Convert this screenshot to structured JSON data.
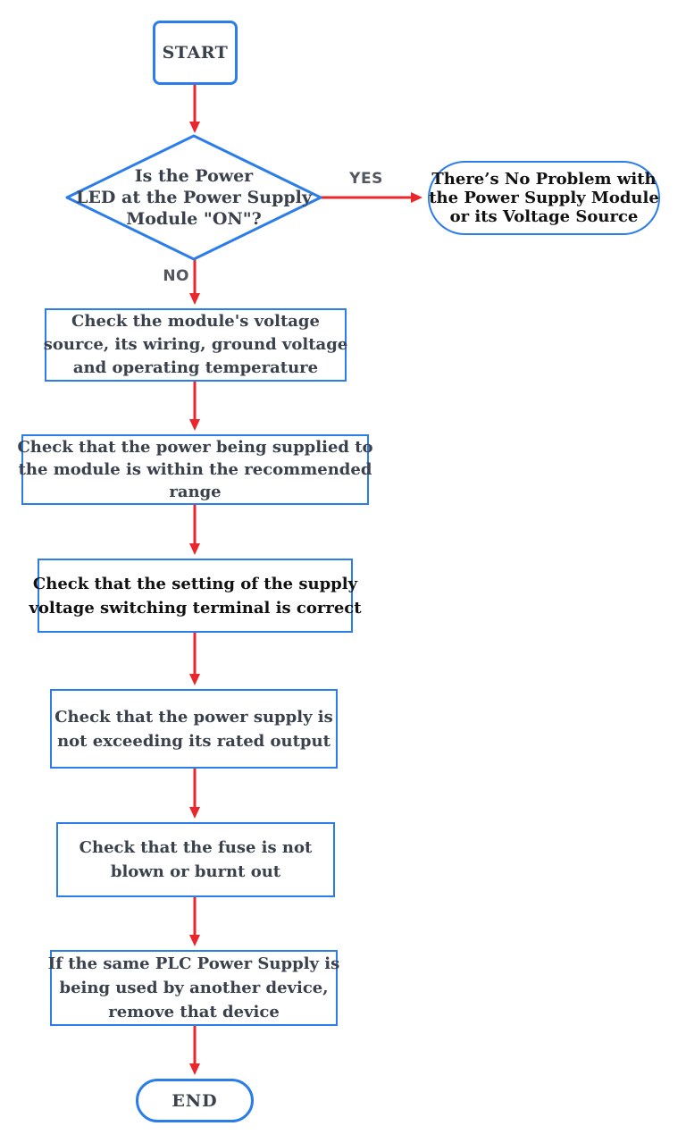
{
  "palette": {
    "node_border_blue": "#2b7de9",
    "arrow_red": "#e8262b",
    "text_dark_gray": "#3a414c",
    "text_black": "#111111",
    "edge_label_gray": "#54585e",
    "background": "#ffffff"
  },
  "flowchart": {
    "start": {
      "label": "START"
    },
    "decision": {
      "lines": [
        "Is the Power",
        "LED at the Power Supply",
        "Module \"ON\"?"
      ]
    },
    "edges": {
      "yes_label": "YES",
      "no_label": "NO"
    },
    "yes_result": {
      "lines": [
        "There’s No Problem with",
        "the Power Supply Module",
        "or its Voltage Source"
      ]
    },
    "steps": [
      {
        "lines": [
          "Check the module's voltage",
          "source, its wiring, ground voltage",
          "and operating temperature"
        ]
      },
      {
        "lines": [
          "Check that the power being supplied to",
          "the module is within the recommended",
          "range"
        ]
      },
      {
        "lines": [
          "Check that the setting of the supply",
          "voltage switching terminal is correct"
        ]
      },
      {
        "lines": [
          "Check that the power supply is",
          "not exceeding its rated output"
        ]
      },
      {
        "lines": [
          "Check that the fuse is not",
          "blown or burnt out"
        ]
      },
      {
        "lines": [
          "If the same PLC Power Supply is",
          "being used by another device,",
          "remove that device"
        ]
      }
    ],
    "end": {
      "label": "END"
    }
  }
}
